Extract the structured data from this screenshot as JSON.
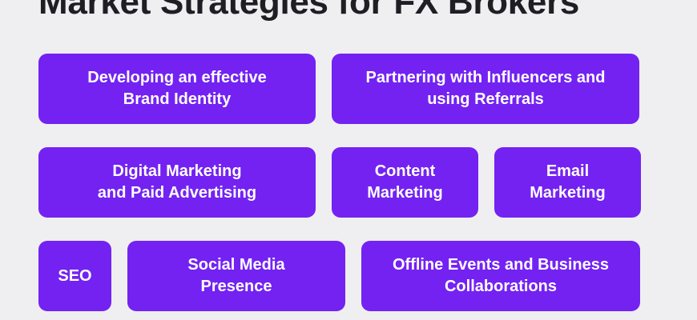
{
  "title": "Market Strategies for FX Brokers",
  "colors": {
    "background": "#efeff1",
    "card": "#7322f2",
    "card_text": "#ffffff",
    "title": "#1e1e24"
  },
  "strategies": [
    "Developing an effective\nBrand Identity",
    "Partnering with Influencers and\nusing Referrals",
    "Digital Marketing\nand Paid Advertising",
    "Content\nMarketing",
    "Email\nMarketing",
    "SEO",
    "Social Media\nPresence",
    "Offline Events and Business\nCollaborations"
  ]
}
